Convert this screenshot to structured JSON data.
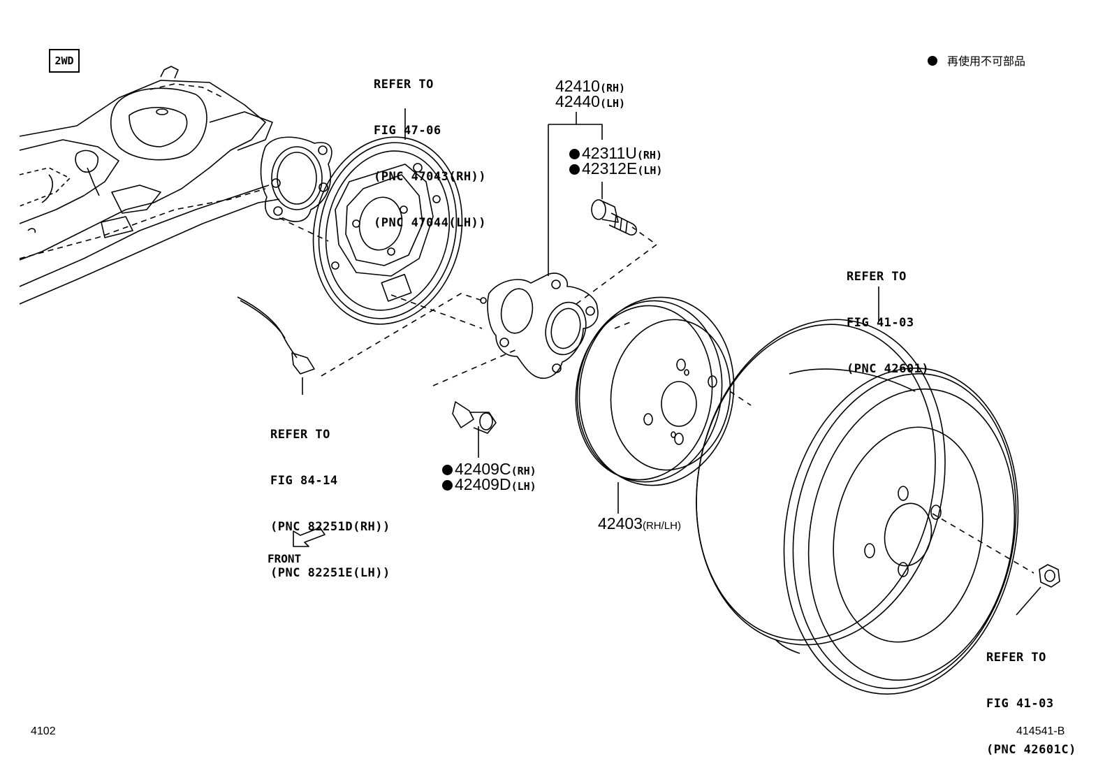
{
  "tag_2wd": "2WD",
  "legend": {
    "text": "再使用不可部品"
  },
  "front_label": "FRONT",
  "footer": {
    "left": "4102",
    "right": "414541-B"
  },
  "refs": {
    "backing_plate": [
      "REFER TO",
      "FIG 47-06",
      "(PNC 47043(RH))",
      "(PNC 47044(LH))"
    ],
    "sensor": [
      "REFER TO",
      "FIG 84-14",
      "(PNC 82251D(RH))",
      "(PNC 82251E(LH))"
    ],
    "wheel": [
      "REFER TO",
      "FIG 41-03",
      "(PNC 42601)"
    ],
    "nut": [
      "REFER TO",
      "FIG 41-03",
      "(PNC 42601C)"
    ]
  },
  "parts": {
    "hub_rh": {
      "num": "42410",
      "side": "(RH)"
    },
    "hub_lh": {
      "num": "42440",
      "side": "(LH)"
    },
    "stud_rh": {
      "num": "42311U",
      "side": "(RH)"
    },
    "stud_lh": {
      "num": "42312E",
      "side": "(LH)"
    },
    "bolt_rh": {
      "num": "42409C",
      "side": "(RH)"
    },
    "bolt_lh": {
      "num": "42409D",
      "side": "(LH)"
    },
    "drum": {
      "num": "42403",
      "side": "(RH/LH)"
    }
  }
}
